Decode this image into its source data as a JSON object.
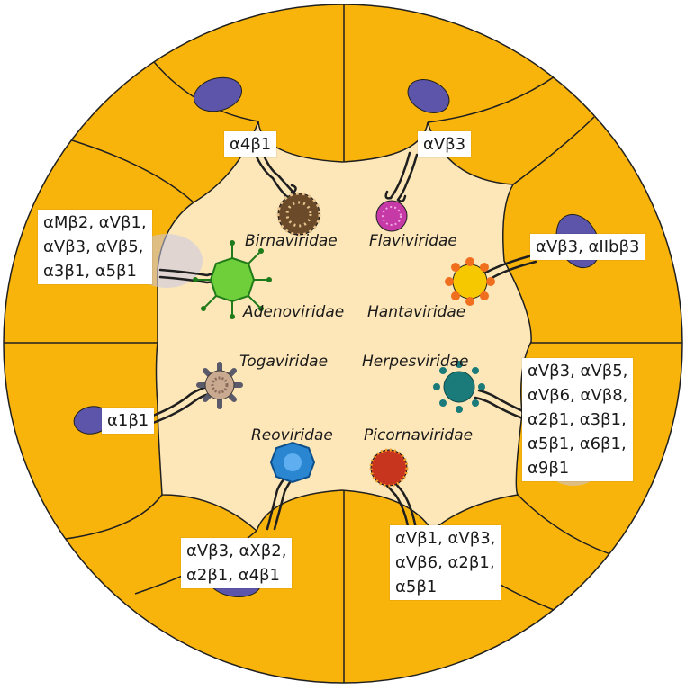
{
  "colors": {
    "cell": "#f9b40c",
    "lumen": "#fde7b8",
    "outline": "#1f1f1f",
    "nucleus": "#5c55aa",
    "shadow": "#c9c6e6"
  },
  "viruses": {
    "birnaviridae": {
      "name": "Birnaviridae",
      "receptors": [
        "α4β1"
      ]
    },
    "flaviviridae": {
      "name": "Flaviviridae",
      "receptors": [
        "αVβ3"
      ]
    },
    "adenoviridae": {
      "name": "Adenoviridae",
      "receptors": [
        "αMβ2, αVβ1,",
        "αVβ3, αVβ5,",
        "α3β1, α5β1"
      ]
    },
    "hantaviridae": {
      "name": "Hantaviridae",
      "receptors": [
        "αVβ3, αIIbβ3"
      ]
    },
    "togaviridae": {
      "name": "Togaviridae",
      "receptors": [
        "α1β1"
      ]
    },
    "herpesviridae": {
      "name": "Herpesviridae",
      "receptors": [
        "αVβ3, αVβ5,",
        "αVβ6, αVβ8,",
        "α2β1, α3β1,",
        "α5β1, α6β1,",
        "α9β1"
      ]
    },
    "reoviridae": {
      "name": "Reoviridae",
      "receptors": [
        "αVβ3, αXβ2,",
        "α2β1, α4β1"
      ]
    },
    "picornaviridae": {
      "name": "Picornaviridae",
      "receptors": [
        "αVβ1, αVβ3,",
        "αVβ6, α2β1,",
        "α5β1"
      ]
    }
  }
}
